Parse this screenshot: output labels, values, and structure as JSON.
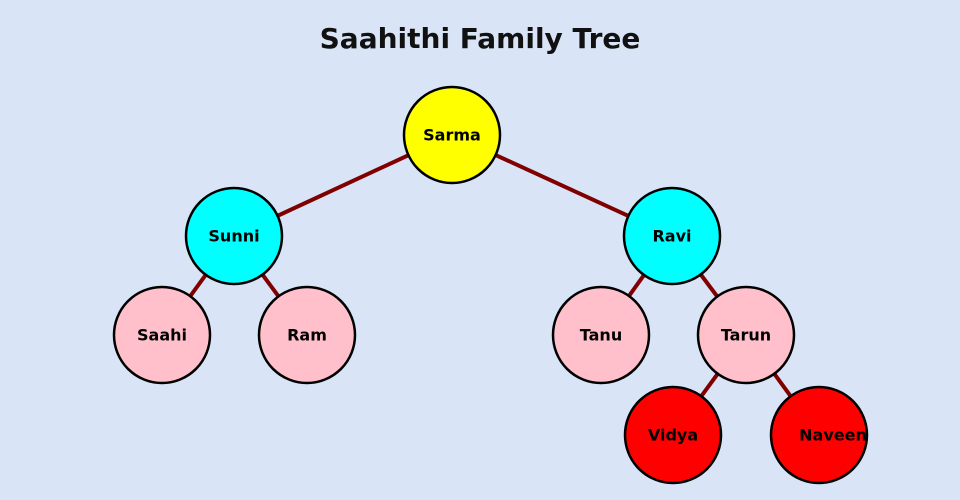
{
  "title": "Saahithi Family Tree",
  "colors": {
    "background": "#d9e4f7",
    "edge": "#800000",
    "root": "#ffff00",
    "child": "#00ffff",
    "grandchild": "#ffc0cb",
    "great_grandchild": "#ff0000"
  },
  "tree": {
    "nodes": [
      {
        "id": "sarma",
        "label": "Sarma",
        "generation": "root"
      },
      {
        "id": "sunni",
        "label": "Sunni",
        "generation": "child",
        "parent": "sarma"
      },
      {
        "id": "ravi",
        "label": "Ravi",
        "generation": "child",
        "parent": "sarma"
      },
      {
        "id": "saahi",
        "label": "Saahi",
        "generation": "grandchild",
        "parent": "sunni"
      },
      {
        "id": "ram",
        "label": "Ram",
        "generation": "grandchild",
        "parent": "sunni"
      },
      {
        "id": "tanu",
        "label": "Tanu",
        "generation": "grandchild",
        "parent": "ravi"
      },
      {
        "id": "tarun",
        "label": "Tarun",
        "generation": "grandchild",
        "parent": "ravi"
      },
      {
        "id": "vidya",
        "label": "Vidya",
        "generation": "great_grandchild",
        "parent": "tarun"
      },
      {
        "id": "naveen",
        "label": "Naveen",
        "generation": "great_grandchild",
        "parent": "tarun"
      }
    ]
  }
}
